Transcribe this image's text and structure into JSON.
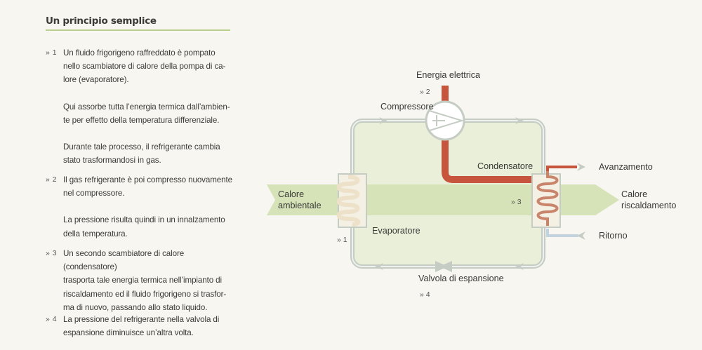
{
  "section": {
    "title": "Un principio semplice"
  },
  "steps": [
    {
      "number": "1",
      "paragraphs": [
        [
          "Un fluido frigorigeno raffreddato è pompato",
          "nello scambiatore di calore della pompa di ca-",
          "lore (evaporatore)."
        ],
        [
          "Qui assorbe tutta l’energia termica dall’ambien-",
          "te per effetto della temperatura differenziale."
        ],
        [
          "Durante tale processo, il refrigerante cambia",
          "stato trasformandosi in gas."
        ]
      ]
    },
    {
      "number": "2",
      "paragraphs": [
        [
          "Il gas refrigerante è poi compresso nuovamente",
          "nel compressore."
        ],
        [
          "La pressione risulta quindi in un innalzamento",
          "della temperatura."
        ]
      ]
    },
    {
      "number": "3",
      "paragraphs": [
        [
          "Un secondo scambiatore di calore (condensatore)",
          "trasporta tale energia termica nell’impianto di",
          "riscaldamento ed il fluido frigorigeno si trasfor-",
          "ma di nuovo, passando allo stato liquido."
        ]
      ]
    },
    {
      "number": "4",
      "paragraphs": [
        [
          "La pressione del refrigerante nella valvola di",
          "espansione diminuisce un’altra volta."
        ]
      ]
    }
  ],
  "diagram": {
    "labels": {
      "energia": "Energia elettrica",
      "compressore": "Compressore",
      "condensatore": "Condensatore",
      "evaporatore": "Evaporatore",
      "valvola": "Valvola di espansione",
      "calore_amb_1": "Calore",
      "calore_amb_2": "ambientale",
      "calore_risc_1": "Calore",
      "calore_risc_2": "riscaldamento",
      "avanzamento": "Avanzamento",
      "ritorno": "Ritorno"
    },
    "markers": {
      "m1": "» 1",
      "m2": "» 2",
      "m3": "» 3",
      "m4": "» 4"
    },
    "colors": {
      "band": "#d6e2b8",
      "circuit_fill": "#e9efd9",
      "circuit_line": "#c4ccc4",
      "hot_pipe": "#c7553d",
      "cold_pipe": "#c3d3de",
      "exchanger": "#f5f0e4"
    }
  }
}
